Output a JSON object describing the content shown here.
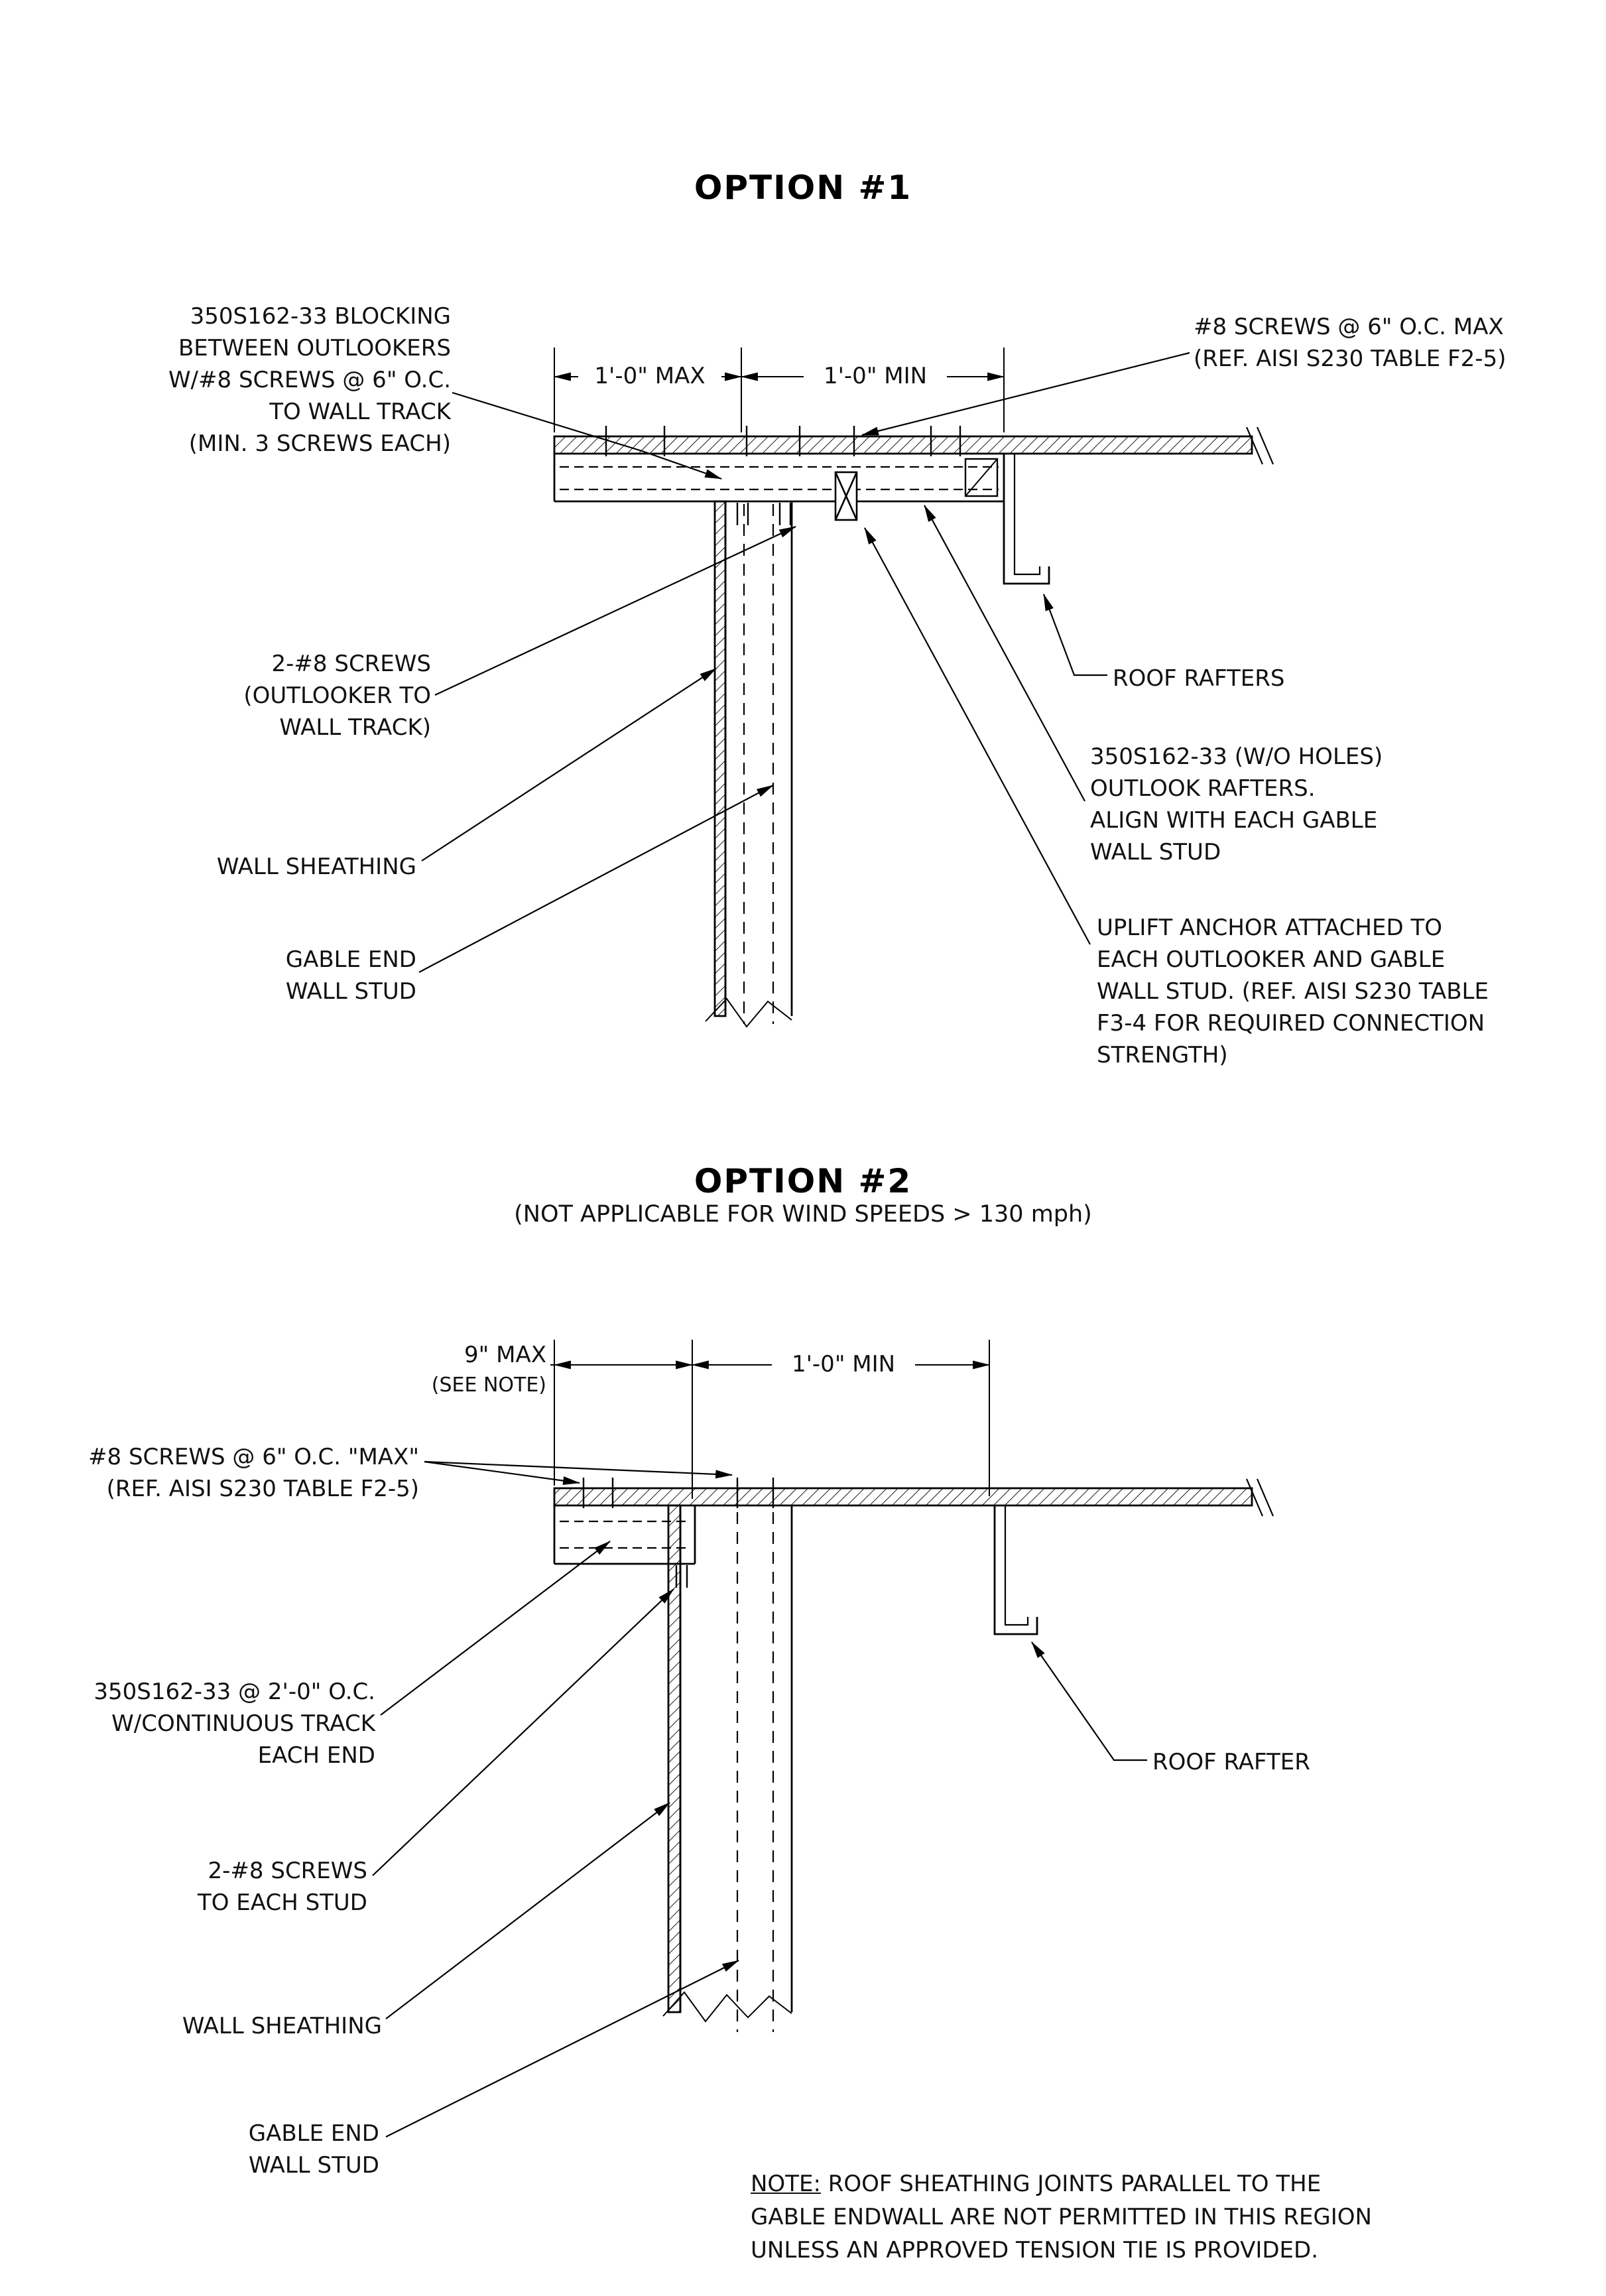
{
  "page": {
    "bg": "#ffffff",
    "ink": "#000000"
  },
  "option1": {
    "title": "OPTION #1",
    "dims": {
      "max": "1'-0\" MAX",
      "min": "1'-0\" MIN"
    },
    "labels": {
      "blocking": "350S162-33 BLOCKING\nBETWEEN OUTLOOKERS\nW/#8 SCREWS @ 6\" O.C.\nTO WALL TRACK\n(MIN. 3 SCREWS EACH)",
      "screws_top": "#8 SCREWS @ 6\" O.C. MAX\n(REF. AISI S230 TABLE F2-5)",
      "outlooker_screws": "2-#8 SCREWS\n(OUTLOOKER TO\nWALL TRACK)",
      "roof_rafters": "ROOF RAFTERS",
      "wall_sheathing": "WALL SHEATHING",
      "outlook_rafters": "350S162-33 (W/O HOLES)\nOUTLOOK RAFTERS.\nALIGN WITH EACH GABLE\nWALL STUD",
      "gable_end_wall_stud": "GABLE END\nWALL STUD",
      "uplift_anchor": "UPLIFT ANCHOR ATTACHED TO\nEACH OUTLOOKER AND GABLE\nWALL STUD. (REF. AISI S230 TABLE\nF3-4 FOR REQUIRED CONNECTION\nSTRENGTH)"
    }
  },
  "option2": {
    "title": "OPTION #2",
    "subtitle": "(NOT APPLICABLE FOR WIND SPEEDS > 130 mph)",
    "dims": {
      "max": "9\" MAX",
      "max_note": "(SEE NOTE)",
      "min": "1'-0\" MIN"
    },
    "labels": {
      "screws_top": "#8 SCREWS @ 6\" O.C. \"MAX\"\n(REF. AISI S230 TABLE F2-5)",
      "outlookers_track": "350S162-33 @ 2'-0\" O.C.\nW/CONTINUOUS TRACK\nEACH END",
      "roof_rafter": "ROOF RAFTER",
      "stud_screws": "2-#8 SCREWS\nTO EACH STUD",
      "wall_sheathing": "WALL SHEATHING",
      "gable_end_wall_stud": "GABLE END\nWALL STUD",
      "note_label": "NOTE:",
      "note_text": " ROOF SHEATHING JOINTS PARALLEL TO THE\nGABLE ENDWALL ARE NOT PERMITTED IN THIS REGION\nUNLESS AN APPROVED TENSION TIE IS PROVIDED."
    }
  }
}
